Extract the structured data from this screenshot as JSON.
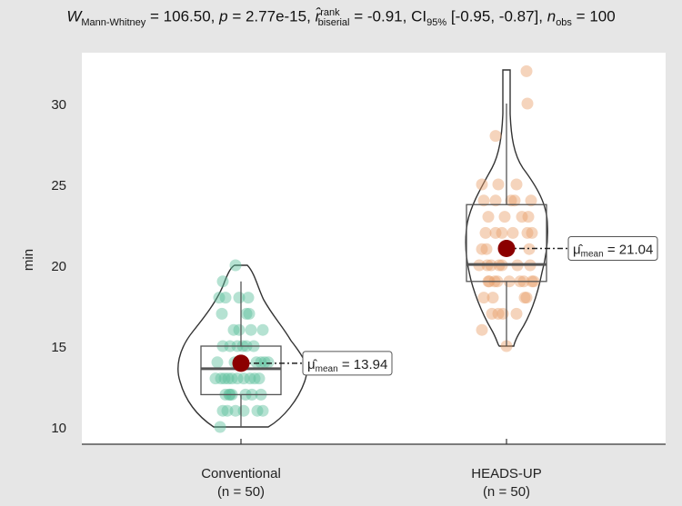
{
  "chart_data": {
    "type": "violin-box-scatter",
    "title": {
      "stat_label": "W",
      "stat_sub": "Mann-Whitney",
      "stat_value": "= 106.50,",
      "p_label": "p",
      "p_value": "= 2.77e-15,",
      "r_label": "r̂",
      "r_sup": "rank",
      "r_sub": "biserial",
      "r_value": "= -0.91,",
      "ci_label": "CI",
      "ci_sub": "95%",
      "ci_value": "[-0.95, -0.87],",
      "n_label": "n",
      "n_sub": "obs",
      "n_value": "= 100"
    },
    "xlabel": "",
    "ylabel": "min",
    "ylim": [
      9.5,
      32.5
    ],
    "yticks": [
      10,
      15,
      20,
      25,
      30
    ],
    "grid": false,
    "categories": [
      "Conventional",
      "HEADS-UP"
    ],
    "category_n": [
      "(n = 50)",
      "(n = 50)"
    ],
    "series": [
      {
        "name": "Conventional",
        "n": 50,
        "color": "#5bbf9c",
        "mean": 13.94,
        "mean_label": "= 13.94",
        "box": {
          "q1": 12.0,
          "median": 13.6,
          "q3": 15.0,
          "whisker_low": 10,
          "whisker_high": 19
        },
        "violin": {
          "min": 10,
          "max": 20
        },
        "points": [
          [
            -0.06,
            20
          ],
          [
            -0.2,
            19
          ],
          [
            -0.24,
            18
          ],
          [
            -0.17,
            18
          ],
          [
            -0.02,
            18
          ],
          [
            0.08,
            18
          ],
          [
            -0.21,
            17
          ],
          [
            0.06,
            17
          ],
          [
            0.09,
            17
          ],
          [
            -0.08,
            16
          ],
          [
            0.11,
            16
          ],
          [
            0.24,
            16
          ],
          [
            -0.2,
            15
          ],
          [
            0.06,
            15
          ],
          [
            0.14,
            15
          ],
          [
            -0.12,
            15
          ],
          [
            -0.04,
            15
          ],
          [
            0.02,
            15
          ],
          [
            -0.07,
            14
          ],
          [
            -0.26,
            14
          ],
          [
            0.17,
            14
          ],
          [
            0.22,
            14
          ],
          [
            0.3,
            14
          ],
          [
            -0.14,
            13
          ],
          [
            -0.22,
            13
          ],
          [
            -0.04,
            13
          ],
          [
            0.03,
            13
          ],
          [
            0.1,
            13
          ],
          [
            -0.18,
            13
          ],
          [
            -0.1,
            13
          ],
          [
            0.2,
            13
          ],
          [
            -0.17,
            12
          ],
          [
            -0.12,
            12
          ],
          [
            0.05,
            12
          ],
          [
            0.22,
            12
          ],
          [
            -0.1,
            12
          ],
          [
            -0.06,
            11
          ],
          [
            -0.2,
            11
          ],
          [
            0.18,
            11
          ],
          [
            0.24,
            11
          ],
          [
            0.03,
            11
          ],
          [
            -0.15,
            11
          ],
          [
            -0.23,
            10
          ],
          [
            -0.13,
            12
          ],
          [
            0.0,
            14
          ],
          [
            0.15,
            13
          ],
          [
            -0.28,
            13
          ],
          [
            0.26,
            14
          ],
          [
            -0.02,
            16
          ],
          [
            0.12,
            12
          ]
        ]
      },
      {
        "name": "HEADS-UP",
        "n": 50,
        "color": "#e8a06a",
        "mean": 21.04,
        "mean_label": "= 21.04",
        "box": {
          "q1": 19.0,
          "median": 20.05,
          "q3": 23.75,
          "whisker_low": 15,
          "whisker_high": 30
        },
        "violin": {
          "min": 15,
          "max": 32
        },
        "points": [
          [
            0.22,
            32
          ],
          [
            0.23,
            30
          ],
          [
            -0.12,
            28
          ],
          [
            -0.27,
            25
          ],
          [
            -0.09,
            25
          ],
          [
            0.11,
            25
          ],
          [
            -0.25,
            24
          ],
          [
            -0.12,
            24
          ],
          [
            0.09,
            24
          ],
          [
            0.27,
            24
          ],
          [
            -0.2,
            23
          ],
          [
            0.24,
            23
          ],
          [
            -0.23,
            22
          ],
          [
            -0.12,
            22
          ],
          [
            -0.05,
            22
          ],
          [
            0.23,
            22
          ],
          [
            0.28,
            22
          ],
          [
            -0.27,
            21
          ],
          [
            0.25,
            21
          ],
          [
            -0.21,
            20
          ],
          [
            -0.17,
            20
          ],
          [
            -0.05,
            20
          ],
          [
            0.26,
            20
          ],
          [
            -0.19,
            19
          ],
          [
            -0.1,
            19
          ],
          [
            0.03,
            19
          ],
          [
            0.15,
            19
          ],
          [
            0.19,
            19
          ],
          [
            0.28,
            19
          ],
          [
            -0.25,
            18
          ],
          [
            -0.15,
            18
          ],
          [
            0.22,
            18
          ],
          [
            -0.16,
            17
          ],
          [
            -0.04,
            17
          ],
          [
            0.11,
            17
          ],
          [
            -0.27,
            16
          ],
          [
            0.0,
            15
          ],
          [
            -0.22,
            21
          ],
          [
            0.05,
            24
          ],
          [
            -0.02,
            23
          ],
          [
            0.17,
            23
          ],
          [
            -0.08,
            20
          ],
          [
            0.12,
            20
          ],
          [
            -0.2,
            19
          ],
          [
            -0.3,
            20
          ],
          [
            0.3,
            19
          ],
          [
            0.07,
            22
          ],
          [
            -0.13,
            19
          ],
          [
            0.2,
            18
          ],
          [
            -0.09,
            17
          ]
        ]
      }
    ]
  },
  "axis": {
    "y_tick_labels": [
      "10",
      "15",
      "20",
      "25",
      "30"
    ],
    "x_tick_labels": [
      "Conventional",
      "HEADS-UP"
    ],
    "x_tick_sub": [
      "(n = 50)",
      "(n = 50)"
    ]
  },
  "colors": {
    "background": "#e6e6e6",
    "panel": "#ffffff",
    "mean_point": "#8b0000",
    "outline": "#333333"
  }
}
